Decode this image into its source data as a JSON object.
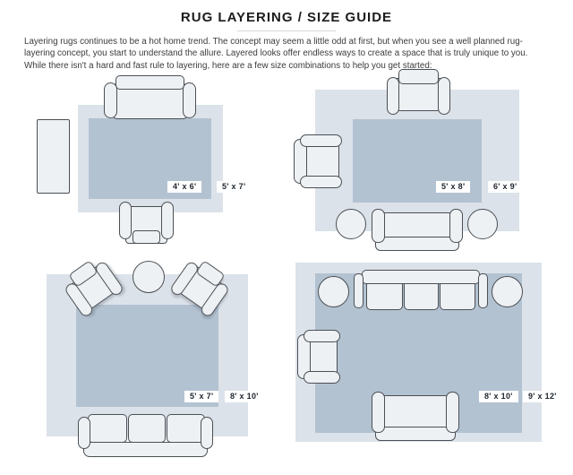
{
  "header": {
    "title": "RUG LAYERING / SIZE GUIDE",
    "intro": "Layering rugs continues to be a hot home trend. The concept may seem a little odd at first, but when you see a well planned rug-layering concept, you start to understand the allure. Layered looks offer endless ways to create a space that is truly unique to you. While there isn't a hard and fast rule to layering, here are a few size combinations to help you get started:"
  },
  "colors": {
    "outer_rug": "#dce2e9",
    "inner_rug": "#b3c2d1",
    "furn_fill": "#eef1f4",
    "furn_border": "#4b5055",
    "badge_bg": "#ffffff",
    "badge_text": "#1e252d",
    "title_color": "#1c1c1e",
    "text_color": "#3b3b3b",
    "divider_color": "#d8d8d8"
  },
  "diagrams": [
    {
      "inner_label": "4' x 6'",
      "outer_label": "5' x 7'"
    },
    {
      "inner_label": "5' x 8'",
      "outer_label": "6' x 9'"
    },
    {
      "inner_label": "5' x 7'",
      "outer_label": "8' x 10'"
    },
    {
      "inner_label": "8' x 10'",
      "outer_label": "9' x 12'"
    }
  ]
}
